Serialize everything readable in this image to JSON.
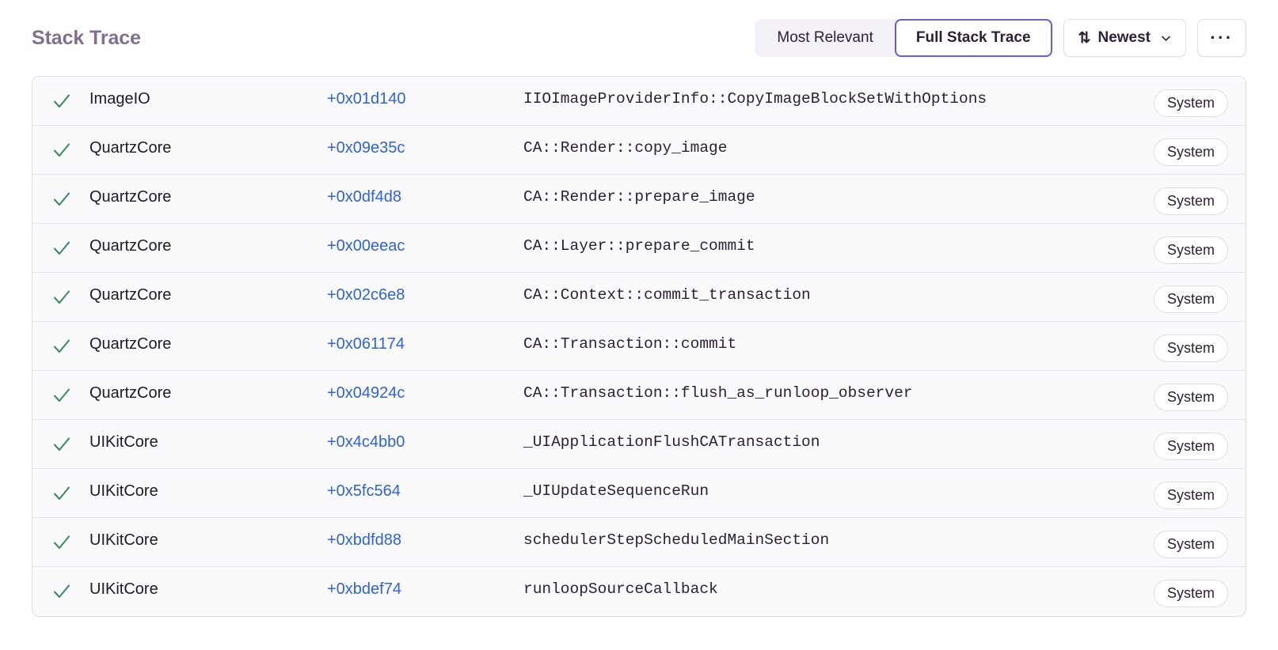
{
  "header": {
    "title": "Stack Trace",
    "segmented": {
      "options": [
        {
          "label": "Most Relevant",
          "selected": false
        },
        {
          "label": "Full Stack Trace",
          "selected": true
        }
      ]
    },
    "sort_button": {
      "icon": "sort-arrows-icon",
      "label": "Newest",
      "chevron": "chevron-down-icon"
    },
    "more_button": {
      "label": "···"
    }
  },
  "colors": {
    "accent_purple": "#6c5fc7",
    "link_blue": "#2f63d8",
    "check_green": "#3f8a66",
    "title_muted": "#80708f",
    "row_bg": "#faf9fb",
    "border": "#e0dce5"
  },
  "frames": {
    "badge_label": "System",
    "rows": [
      {
        "module": "ImageIO",
        "offset": "+0x01d140",
        "symbol": "IIOImageProviderInfo::CopyImageBlockSetWithOptions",
        "badge": "System",
        "expanded": true
      },
      {
        "module": "QuartzCore",
        "offset": "+0x09e35c",
        "symbol": "CA::Render::copy_image",
        "badge": "System",
        "expanded": true
      },
      {
        "module": "QuartzCore",
        "offset": "+0x0df4d8",
        "symbol": "CA::Render::prepare_image",
        "badge": "System",
        "expanded": true
      },
      {
        "module": "QuartzCore",
        "offset": "+0x00eeac",
        "symbol": "CA::Layer::prepare_commit",
        "badge": "System",
        "expanded": true
      },
      {
        "module": "QuartzCore",
        "offset": "+0x02c6e8",
        "symbol": "CA::Context::commit_transaction",
        "badge": "System",
        "expanded": true
      },
      {
        "module": "QuartzCore",
        "offset": "+0x061174",
        "symbol": "CA::Transaction::commit",
        "badge": "System",
        "expanded": true
      },
      {
        "module": "QuartzCore",
        "offset": "+0x04924c",
        "symbol": "CA::Transaction::flush_as_runloop_observer",
        "badge": "System",
        "expanded": true
      },
      {
        "module": "UIKitCore",
        "offset": "+0x4c4bb0",
        "symbol": "_UIApplicationFlushCATransaction",
        "badge": "System",
        "expanded": true
      },
      {
        "module": "UIKitCore",
        "offset": "+0x5fc564",
        "symbol": "_UIUpdateSequenceRun",
        "badge": "System",
        "expanded": true
      },
      {
        "module": "UIKitCore",
        "offset": "+0xbdfd88",
        "symbol": "schedulerStepScheduledMainSection",
        "badge": "System",
        "expanded": true
      },
      {
        "module": "UIKitCore",
        "offset": "+0xbdef74",
        "symbol": "runloopSourceCallback",
        "badge": "System",
        "expanded": true
      }
    ]
  }
}
